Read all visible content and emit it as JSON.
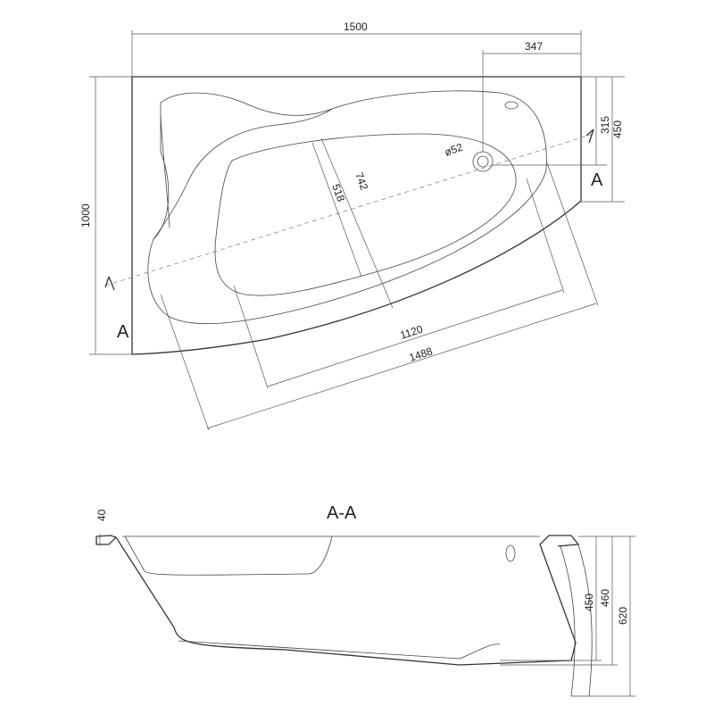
{
  "top_view": {
    "dimensions": {
      "overall_length": "1500",
      "drain_offset": "347",
      "right_depth": "450",
      "drain_depth": "315",
      "overall_width": "1000",
      "drain_diameter": "ø52",
      "inner_width": "742",
      "basin_width": "518",
      "basin_length": "1120",
      "inner_length": "1488"
    },
    "section_marker_right": "A",
    "section_marker_left": "A"
  },
  "section_view": {
    "title": "A-A",
    "dimensions": {
      "rim_thickness": "40",
      "depth_inner": "450",
      "depth_total_inner": "460",
      "overall_height": "620"
    }
  }
}
